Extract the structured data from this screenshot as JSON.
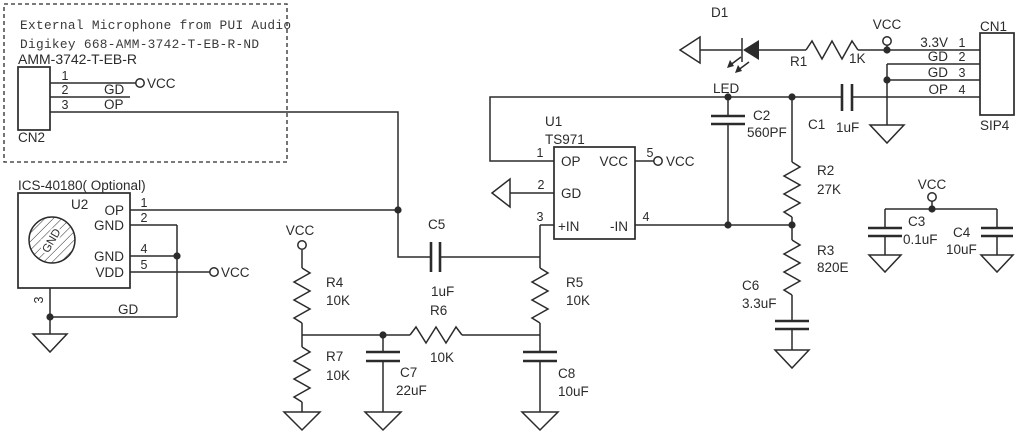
{
  "colors": {
    "ink": "#2b2b2b",
    "background": "#ffffff"
  },
  "note": {
    "line1": "External Microphone from PUI Audio",
    "line2": "Digikey 668-AMM-3742-T-EB-R-ND",
    "part": "AMM-3742-T-EB-R"
  },
  "nets": {
    "vcc": "VCC",
    "gd": "GD",
    "op": "OP",
    "led": "LED"
  },
  "cn2": {
    "ref": "CN2",
    "pin1": "1",
    "pin2": "2",
    "pin3": "3"
  },
  "u2": {
    "title": "ICS-40180( Optional)",
    "ref": "U2",
    "port_label": "GND",
    "p_op": "OP",
    "p_gnd1": "GND",
    "p_gnd2": "GND",
    "p_vdd": "VDD",
    "pin1": "1",
    "pin2": "2",
    "pin3": "3",
    "pin4": "4",
    "pin5": "5",
    "gd_label": "GD"
  },
  "u1": {
    "ref": "U1",
    "part": "TS971",
    "p_op": "OP",
    "p_vcc": "VCC",
    "p_gd": "GD",
    "p_pin": "+IN",
    "p_nin": "-IN",
    "pin1": "1",
    "pin2": "2",
    "pin3": "3",
    "pin4": "4",
    "pin5": "5"
  },
  "cn1": {
    "ref": "CN1",
    "type": "SIP4",
    "pins": [
      {
        "num": "1",
        "label": "3.3V"
      },
      {
        "num": "2",
        "label": "GD"
      },
      {
        "num": "3",
        "label": "GD"
      },
      {
        "num": "4",
        "label": "OP"
      }
    ]
  },
  "d1": {
    "ref": "D1"
  },
  "r1": {
    "ref": "R1",
    "value": "1K"
  },
  "r2": {
    "ref": "R2",
    "value": "27K"
  },
  "r3": {
    "ref": "R3",
    "value": "820E"
  },
  "r4": {
    "ref": "R4",
    "value": "10K"
  },
  "r5": {
    "ref": "R5",
    "value": "10K"
  },
  "r6": {
    "ref": "R6",
    "value": "10K"
  },
  "r7": {
    "ref": "R7",
    "value": "10K"
  },
  "c1": {
    "ref": "C1",
    "value": "1uF"
  },
  "c2": {
    "ref": "C2",
    "value": "560PF"
  },
  "c3": {
    "ref": "C3",
    "value": "0.1uF"
  },
  "c4": {
    "ref": "C4",
    "value": "10uF"
  },
  "c5": {
    "ref": "C5",
    "value": "1uF"
  },
  "c6": {
    "ref": "C6",
    "value": "3.3uF"
  },
  "c7": {
    "ref": "C7",
    "value": "22uF"
  },
  "c8": {
    "ref": "C8",
    "value": "10uF"
  }
}
